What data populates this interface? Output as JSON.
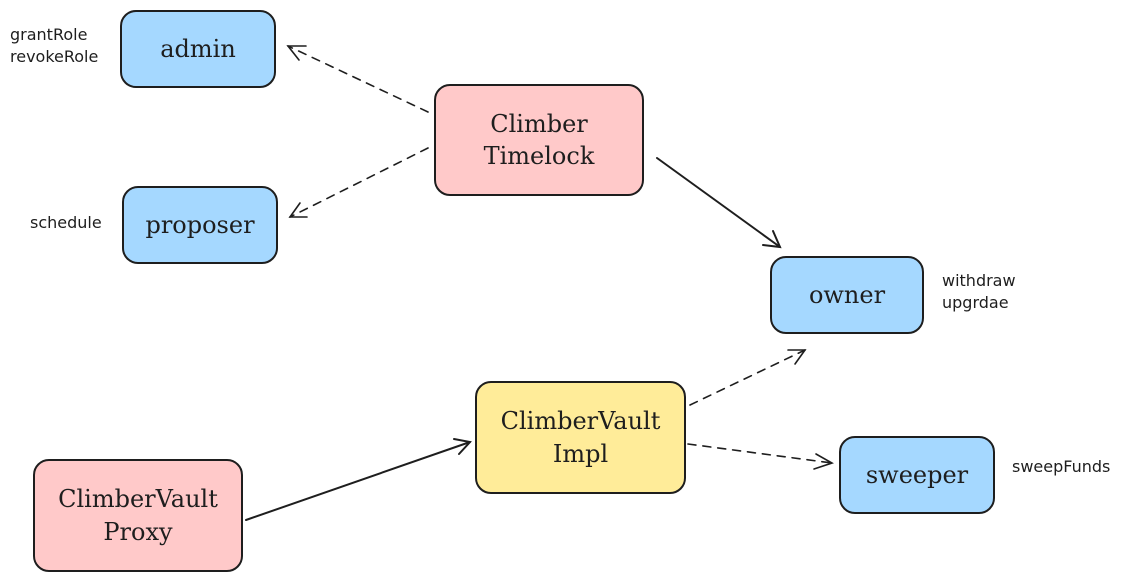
{
  "nodes": {
    "admin": {
      "label": "admin"
    },
    "timelock": {
      "line1": "Climber",
      "line2": "Timelock"
    },
    "proposer": {
      "label": "proposer"
    },
    "owner": {
      "label": "owner"
    },
    "vault_impl": {
      "line1": "ClimberVault",
      "line2": "Impl"
    },
    "vault_proxy": {
      "line1": "ClimberVault",
      "line2": "Proxy"
    },
    "sweeper": {
      "label": "sweeper"
    }
  },
  "annotations": {
    "admin": [
      "grantRole",
      "revokeRole"
    ],
    "proposer": [
      "schedule"
    ],
    "owner": [
      "withdraw",
      "upgrdae"
    ],
    "sweeper": [
      "sweepFunds"
    ]
  },
  "colors": {
    "role_node": "#a5d8ff",
    "contract_node": "#ffc9c9",
    "implementation_node": "#ffec99",
    "stroke": "#1e1e1e"
  },
  "edges": [
    {
      "from": "timelock",
      "to": "admin",
      "style": "dashed"
    },
    {
      "from": "timelock",
      "to": "proposer",
      "style": "dashed"
    },
    {
      "from": "timelock",
      "to": "owner",
      "style": "solid"
    },
    {
      "from": "vault_impl",
      "to": "owner",
      "style": "dashed"
    },
    {
      "from": "vault_impl",
      "to": "sweeper",
      "style": "dashed"
    },
    {
      "from": "vault_proxy",
      "to": "vault_impl",
      "style": "solid"
    }
  ]
}
